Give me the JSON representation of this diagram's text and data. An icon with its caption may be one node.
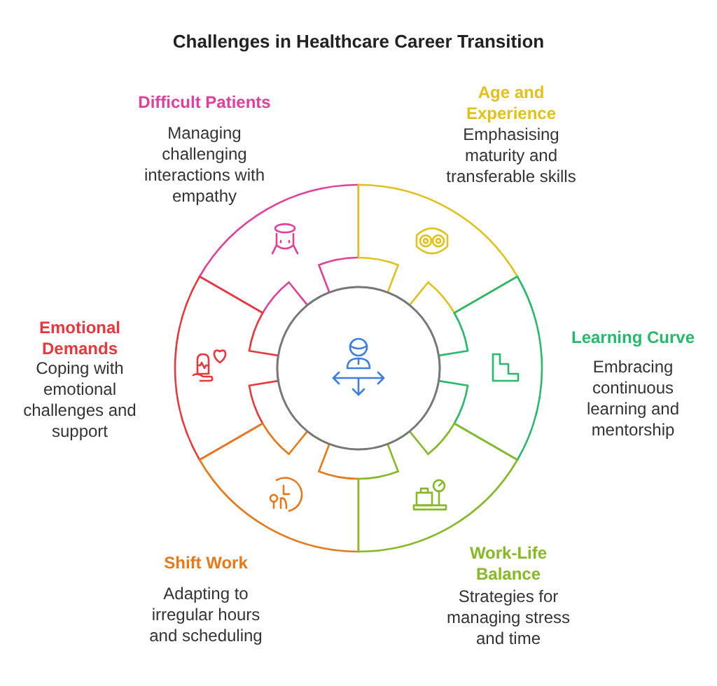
{
  "diagram": {
    "title": "Challenges in Healthcare Career Transition",
    "nodes": [
      {
        "text": [
          "Difficult Patients",
          "Managing challenging interactions with empathy"
        ]
      },
      {
        "text": [
          "Age and Experience",
          "Emphasising maturity and transferable skills"
        ]
      },
      {
        "text": [
          "Emotional Demands",
          "Coping with emotional challenges and support"
        ]
      },
      {
        "text": [
          "Learning Curve",
          "Embracing continuous learning and mentorship"
        ]
      },
      {
        "text": [
          "Shift Work",
          "Adapting to irregular hours and scheduling"
        ]
      },
      {
        "text": [
          "Work-Life Balance",
          "Strategies for managing stress and time"
        ]
      },
      {
        "text": [],
        "shape": "circle"
      }
    ]
  }
}
